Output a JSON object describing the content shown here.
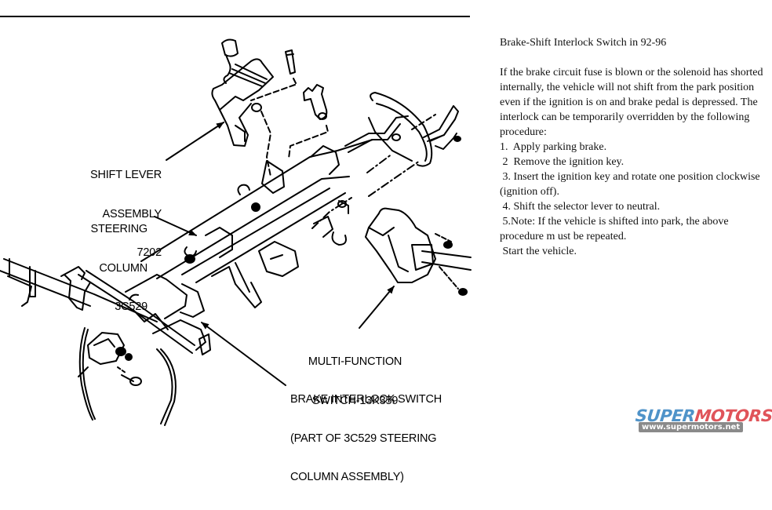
{
  "diagram": {
    "title": "Steering column exploded view",
    "callouts": {
      "shift_lever": [
        "SHIFT LEVER",
        "ASSEMBLY",
        "7202"
      ],
      "steering_column": [
        "STEERING",
        "COLUMN",
        "3C529"
      ],
      "multi_function": [
        "MULTI-FUNCTION",
        "SWITCH-13K359"
      ],
      "brake_interlock": [
        "BRAKE INTERLOCK SWITCH",
        "(PART OF 3C529 STEERING",
        "COLUMN ASSEMBLY)"
      ]
    }
  },
  "article": {
    "title": "Brake-Shift Interlock Switch in 92-96",
    "intro": "If the brake circuit fuse is blown or the solenoid has shorted internally, the vehicle will not shift from the park position even if the ignition is on and brake pedal is depressed. The interlock can be temporarily overridden by the following procedure:",
    "steps": [
      "1.  Apply parking brake.",
      " 2  Remove the ignition key.",
      " 3. Insert the ignition key and rotate one position clockwise (ignition off).",
      " 4. Shift the selector lever to neutral.",
      " 5.Note: If the vehicle is shifted into park, the above procedure m ust be repeated.",
      " Start the vehicle."
    ]
  },
  "watermark": {
    "brand_part1": "SUPER",
    "brand_part2": "MOTORS",
    "url": "www.supermotors.net",
    "colors": {
      "part1": "#4f93c9",
      "part2": "#e0545a",
      "url_bg": "#8a8a8a"
    }
  }
}
